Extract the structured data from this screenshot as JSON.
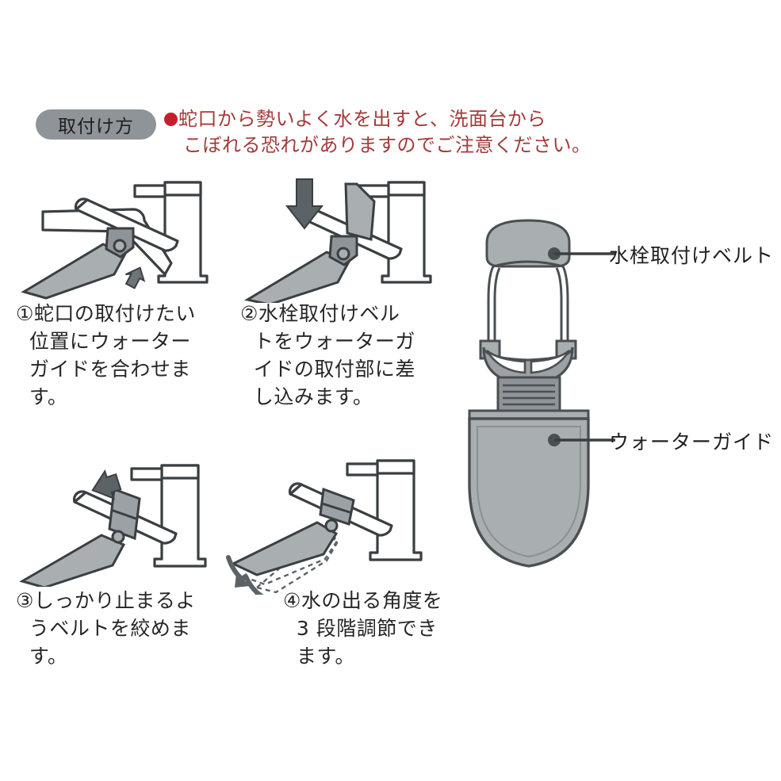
{
  "document": {
    "title": "取付け方",
    "language": "ja"
  },
  "header": {
    "badge_label": "取付け方",
    "badge_color": "#8e9498",
    "notice_color": "#a33b3b",
    "bullet_color": "#c4202c",
    "notice_lines": [
      "蛇口から勢いよく水を出すと、洗面台から",
      "こぼれる恐れがありますのでご注意ください。"
    ]
  },
  "steps": [
    {
      "number": "①",
      "text": "①蛇口の取付けたい\n  位置にウォーター\n  ガイドを合わせま\n  す。",
      "arrow": "up-right-arrow"
    },
    {
      "number": "②",
      "text": "②水栓取付けベル\n  トをウォーターガ\n  イドの取付部に差\n  し込みます。",
      "arrow": "down-arrow"
    },
    {
      "number": "③",
      "text": "③しっかり止まるよ\n  うベルトを絞めま\n  す。",
      "arrow": "left-arrow"
    },
    {
      "number": "④",
      "text": "④水の出る角度を\n  3 段階調節でき\n  ます。",
      "arrow": "curved-rotation-arrows"
    }
  ],
  "product": {
    "callouts": [
      {
        "label": "水栓取付けベルト",
        "target": "faucet-mounting-belt"
      },
      {
        "label": "ウォーターガイド",
        "target": "water-guide"
      }
    ]
  },
  "colors": {
    "outline": "#3a3f42",
    "fill_light": "#ffffff",
    "fill_mid": "#a9aeb0",
    "fill_dark": "#6e7579",
    "background": "#ffffff"
  }
}
